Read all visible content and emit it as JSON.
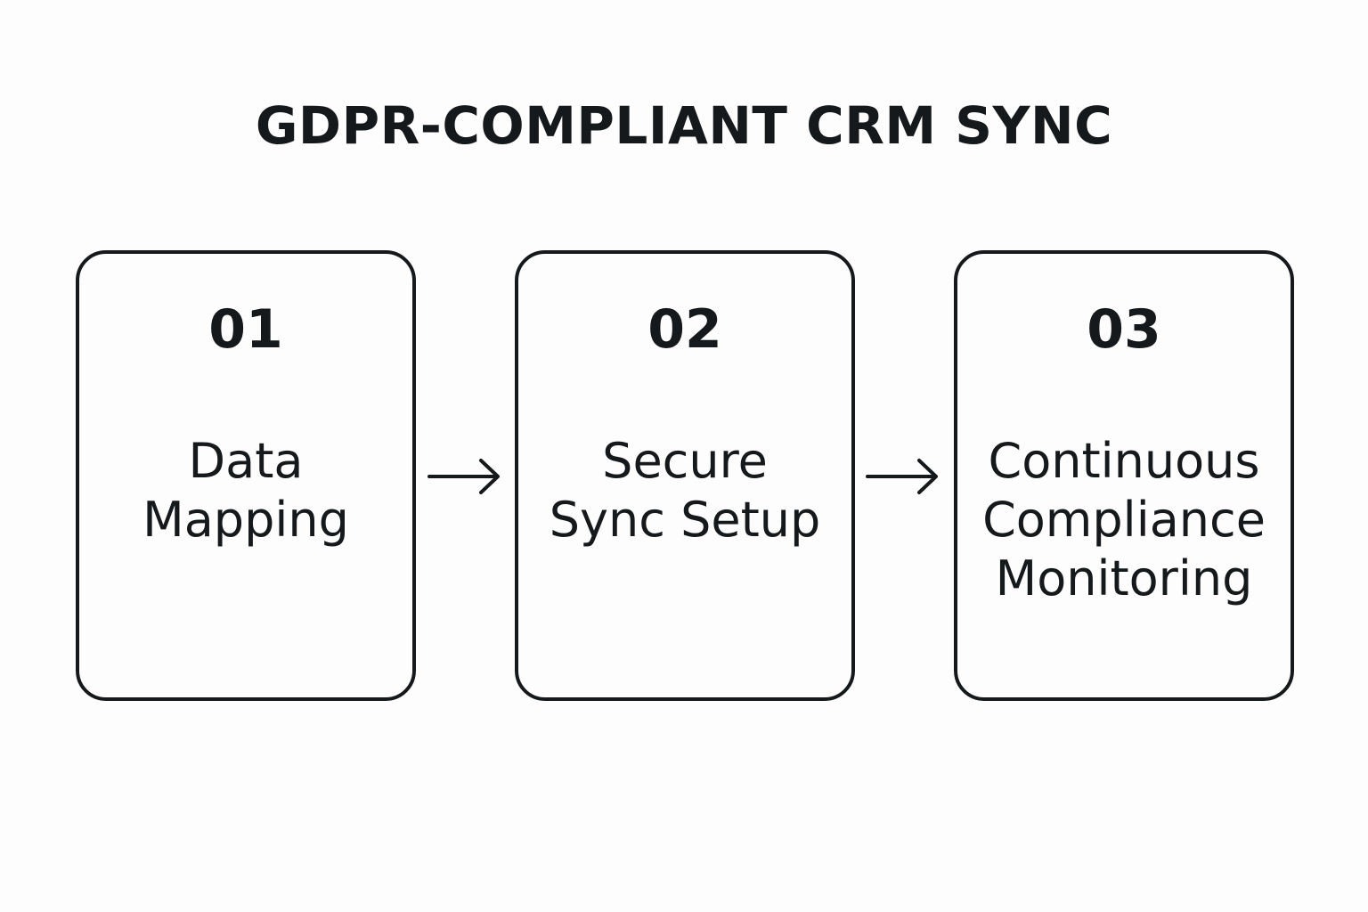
{
  "title": "GDPR-COMPLIANT CRM SYNC",
  "steps": [
    {
      "number": "01",
      "label_lines": [
        "Data",
        "Mapping"
      ]
    },
    {
      "number": "02",
      "label_lines": [
        "Secure",
        "Sync Setup"
      ]
    },
    {
      "number": "03",
      "label_lines": [
        "Continuous",
        "Compliance",
        "Monitoring"
      ]
    }
  ],
  "colors": {
    "background": "#fdfdfd",
    "ink": "#16191b"
  }
}
